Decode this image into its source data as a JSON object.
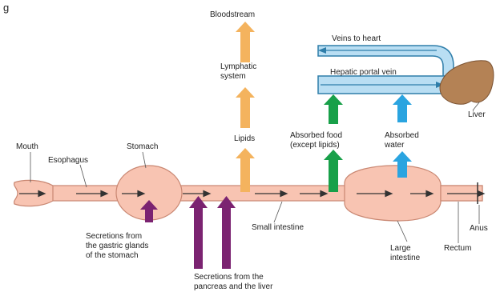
{
  "figure_number": "g",
  "labels": {
    "mouth": "Mouth",
    "esophagus": "Esophagus",
    "stomach": "Stomach",
    "lipids": "Lipids",
    "lymphatic": [
      "Lymphatic",
      "system"
    ],
    "bloodstream": "Bloodstream",
    "veins_to_heart": "Veins to heart",
    "hepatic_portal_vein": "Hepatic portal vein",
    "liver": "Liver",
    "absorbed_food": [
      "Absorbed food",
      "(except lipids)"
    ],
    "absorbed_water": [
      "Absorbed",
      "water"
    ],
    "small_intestine": "Small intestine",
    "large_intestine": [
      "Large",
      "intestine"
    ],
    "rectum": "Rectum",
    "anus": "Anus",
    "gastric_secretions": [
      "Secretions from",
      "the gastric glands",
      "of the stomach"
    ],
    "pancreas_liver_secretions": [
      "Secretions from the",
      "pancreas and the liver"
    ]
  },
  "colors": {
    "tract": "#f8c4b2",
    "tract_outline": "#c98772",
    "lymph_arrow": "#f4b35e",
    "food_arrow": "#18a049",
    "water_arrow": "#2aa4e0",
    "secretion_arrow": "#7b2371",
    "vein": "#b9def3",
    "vein_outline": "#2f7eaa",
    "liver": "#b48255"
  }
}
